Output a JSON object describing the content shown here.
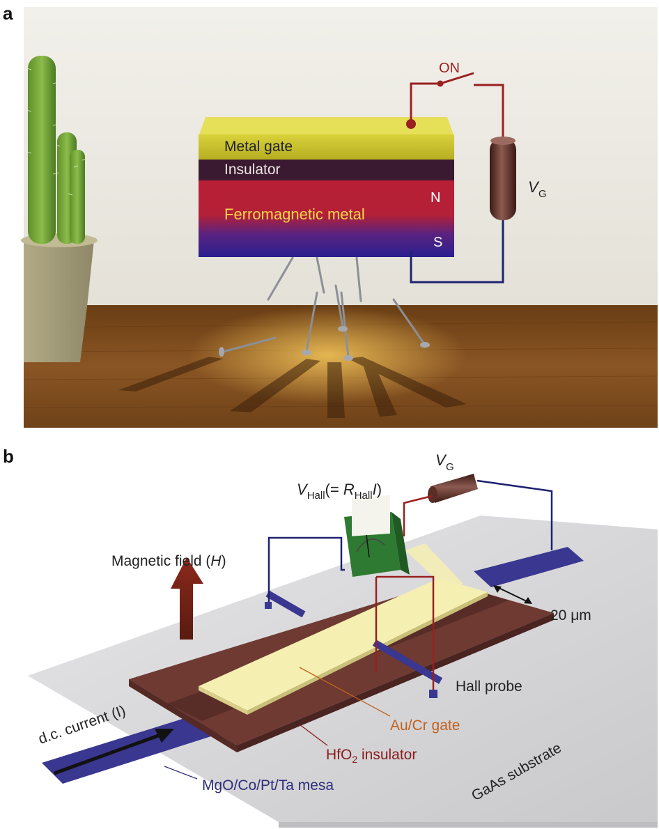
{
  "panel_a": {
    "letter": "a",
    "switch_label": "ON",
    "layers": {
      "metal_gate": "Metal gate",
      "insulator": "Insulator",
      "ferromagnetic": "Ferromagnetic metal",
      "north": "N",
      "south": "S"
    },
    "voltage_main": "V",
    "voltage_sub": "G"
  },
  "panel_b": {
    "letter": "b",
    "vg_main": "V",
    "vg_sub": "G",
    "vhall_v": "V",
    "vhall_sub": "Hall",
    "vhall_mid": "(= ",
    "vhall_r": "R",
    "vhall_rsub": "Hall",
    "vhall_i": "I",
    "vhall_end": ")",
    "magnetic_field": "Magnetic field (",
    "magnetic_field_h": "H",
    "magnetic_field_end": ")",
    "width": "20 μm",
    "hall_probe": "Hall probe",
    "dc_current": "d.c. current (I)",
    "au_cr_gate": "Au/Cr gate",
    "hfo2_main": "HfO",
    "hfo2_sub": "2",
    "hfo2_rest": " insulator",
    "mesa": "MgO/Co/Pt/Ta mesa",
    "substrate": "GaAs substrate"
  },
  "colors": {
    "gate_yellow": "#c9c22a",
    "insulator_dark": "#3a1a30",
    "north_red": "#b81f35",
    "south_blue": "#2a2090",
    "wire_red": "#9a2020",
    "wire_blue": "#1e2270",
    "floor_wood": "#7a4a1c",
    "mesa_blue": "#3a3790",
    "hfo2_brown": "#6e3a32",
    "gate_cream": "#f6efb2",
    "meter_green": "#2f7a32",
    "label_orange": "#c0621e",
    "label_maroon": "#8a1a1a",
    "label_blue": "#2e2e7a"
  }
}
